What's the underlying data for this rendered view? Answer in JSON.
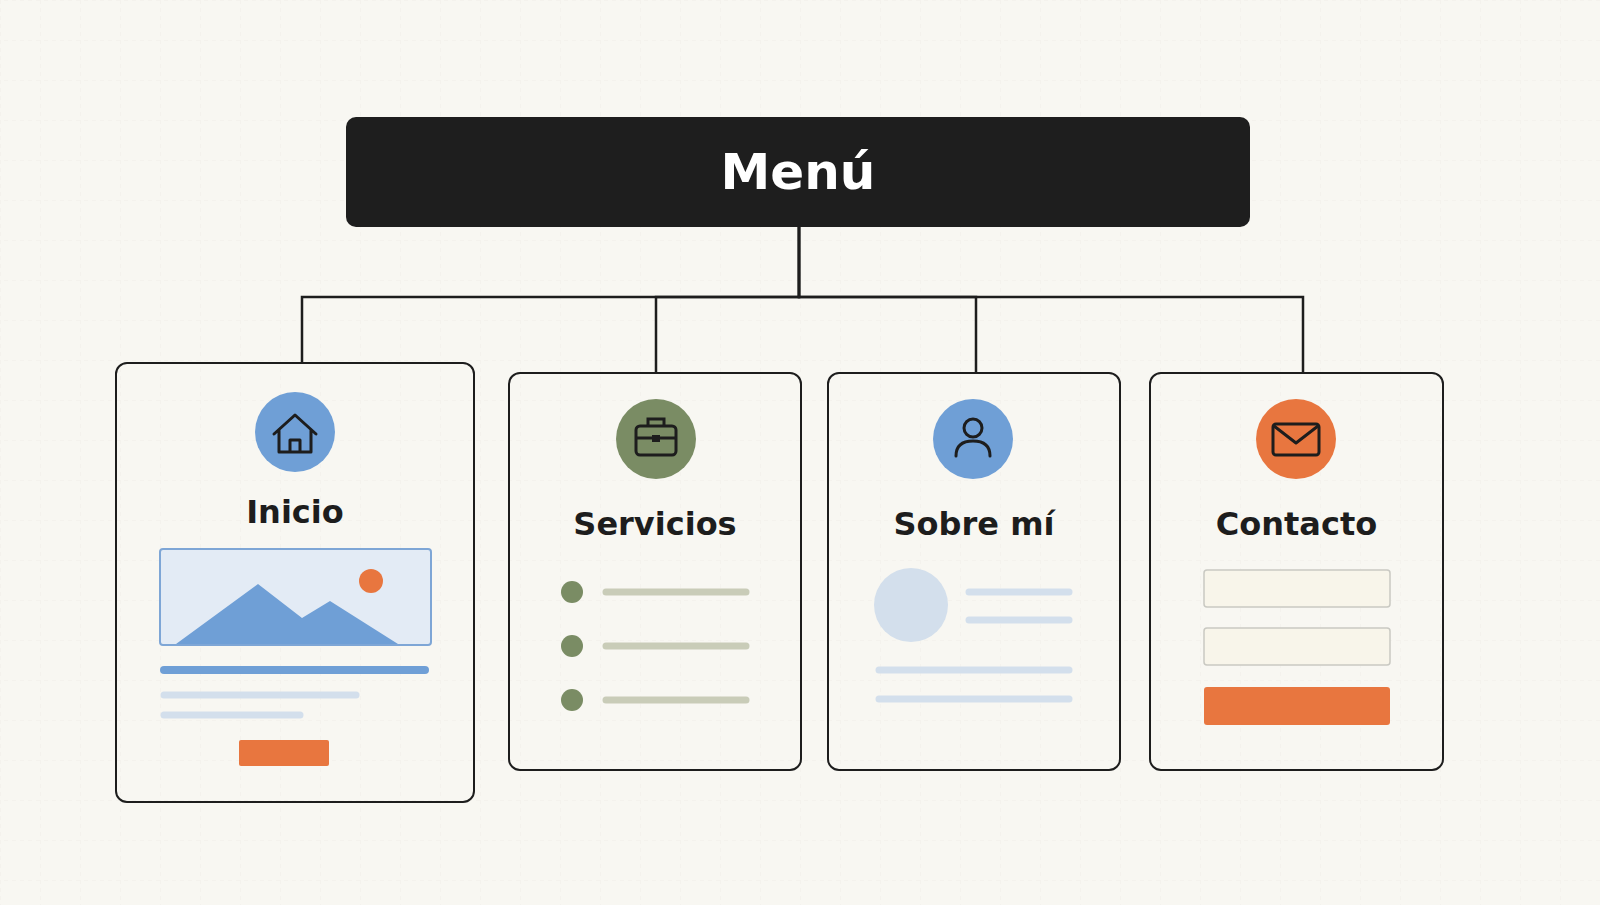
{
  "diagram": {
    "nodes": [
      {
        "text": [
          "Menú"
        ]
      },
      {
        "text": [
          "Inicio"
        ]
      },
      {
        "text": [
          "Servicios"
        ]
      },
      {
        "text": [
          "Sobre mí"
        ]
      },
      {
        "text": [
          "Contacto"
        ]
      }
    ],
    "edges": [
      {
        "from": 0,
        "to": 1,
        "arrow": "none"
      },
      {
        "from": 0,
        "to": 2,
        "arrow": "none"
      },
      {
        "from": 0,
        "to": 3,
        "arrow": "none"
      },
      {
        "from": 0,
        "to": 4,
        "arrow": "none"
      }
    ]
  }
}
